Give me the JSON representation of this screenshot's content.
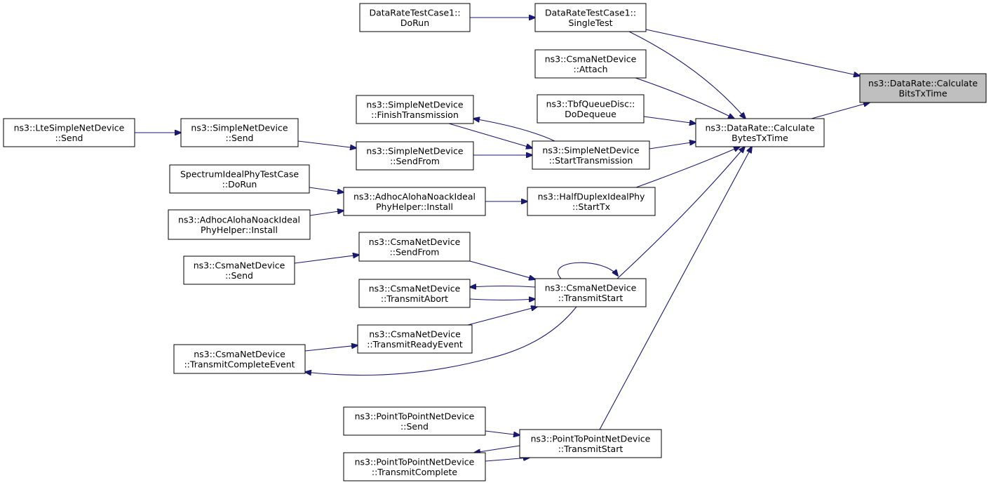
{
  "diagram": {
    "colors": {
      "edge": "#191970",
      "highlight_fill": "#bfbfbf",
      "node_stroke": "#000000"
    },
    "nodes": [
      {
        "id": "calc-bits",
        "lines": [
          "ns3::DataRate::Calculate",
          "BitsTxTime"
        ],
        "highlight": true
      },
      {
        "id": "calc-bytes",
        "lines": [
          "ns3::DataRate::Calculate",
          "BytesTxTime"
        ]
      },
      {
        "id": "drtc-dorun",
        "lines": [
          "DataRateTestCase1::",
          "DoRun"
        ]
      },
      {
        "id": "drtc-singletest",
        "lines": [
          "DataRateTestCase1::",
          "SingleTest"
        ]
      },
      {
        "id": "csma-attach",
        "lines": [
          "ns3::CsmaNetDevice",
          "::Attach"
        ]
      },
      {
        "id": "tbf-dodequeue",
        "lines": [
          "ns3::TbfQueueDisc::",
          "DoDequeue"
        ]
      },
      {
        "id": "lte-send",
        "lines": [
          "ns3::LteSimpleNetDevice",
          "::Send"
        ]
      },
      {
        "id": "simple-send",
        "lines": [
          "ns3::SimpleNetDevice",
          "::Send"
        ]
      },
      {
        "id": "simple-finish",
        "lines": [
          "ns3::SimpleNetDevice",
          "::FinishTransmission"
        ]
      },
      {
        "id": "simple-sendfrom",
        "lines": [
          "ns3::SimpleNetDevice",
          "::SendFrom"
        ]
      },
      {
        "id": "simple-start",
        "lines": [
          "ns3::SimpleNetDevice",
          "::StartTransmission"
        ]
      },
      {
        "id": "spectrum-dorun",
        "lines": [
          "SpectrumIdealPhyTestCase",
          "::DoRun"
        ]
      },
      {
        "id": "adhoc-install-a",
        "lines": [
          "ns3::AdhocAlohaNoackIdeal",
          "PhyHelper::Install"
        ]
      },
      {
        "id": "adhoc-install-b",
        "lines": [
          "ns3::AdhocAlohaNoackIdeal",
          "PhyHelper::Install"
        ]
      },
      {
        "id": "halfduplex-starttx",
        "lines": [
          "ns3::HalfDuplexIdealPhy",
          "::StartTx"
        ]
      },
      {
        "id": "csma-sendfrom",
        "lines": [
          "ns3::CsmaNetDevice",
          "::SendFrom"
        ]
      },
      {
        "id": "csma-send",
        "lines": [
          "ns3::CsmaNetDevice",
          "::Send"
        ]
      },
      {
        "id": "csma-abort",
        "lines": [
          "ns3::CsmaNetDevice",
          "::TransmitAbort"
        ]
      },
      {
        "id": "csma-transmitstart",
        "lines": [
          "ns3::CsmaNetDevice",
          "::TransmitStart"
        ]
      },
      {
        "id": "csma-readyevent",
        "lines": [
          "ns3::CsmaNetDevice",
          "::TransmitReadyEvent"
        ]
      },
      {
        "id": "csma-completeevent",
        "lines": [
          "ns3::CsmaNetDevice",
          "::TransmitCompleteEvent"
        ]
      },
      {
        "id": "p2p-send",
        "lines": [
          "ns3::PointToPointNetDevice",
          "::Send"
        ]
      },
      {
        "id": "p2p-transmitstart",
        "lines": [
          "ns3::PointToPointNetDevice",
          "::TransmitStart"
        ]
      },
      {
        "id": "p2p-complete",
        "lines": [
          "ns3::PointToPointNetDevice",
          "::TransmitComplete"
        ]
      }
    ],
    "edges": [
      {
        "from": "drtc-dorun",
        "to": "drtc-singletest"
      },
      {
        "from": "drtc-singletest",
        "to": "calc-bits"
      },
      {
        "from": "drtc-singletest",
        "to": "calc-bytes"
      },
      {
        "from": "calc-bytes",
        "to": "calc-bits"
      },
      {
        "from": "csma-attach",
        "to": "calc-bytes"
      },
      {
        "from": "tbf-dodequeue",
        "to": "calc-bytes"
      },
      {
        "from": "simple-start",
        "to": "calc-bytes"
      },
      {
        "from": "halfduplex-starttx",
        "to": "calc-bytes"
      },
      {
        "from": "csma-transmitstart",
        "to": "calc-bytes"
      },
      {
        "from": "p2p-transmitstart",
        "to": "calc-bytes"
      },
      {
        "from": "lte-send",
        "to": "simple-send"
      },
      {
        "from": "simple-send",
        "to": "simple-sendfrom"
      },
      {
        "from": "simple-sendfrom",
        "to": "simple-start"
      },
      {
        "from": "simple-finish",
        "to": "simple-start"
      },
      {
        "from": "simple-start",
        "to": "simple-finish"
      },
      {
        "from": "spectrum-dorun",
        "to": "adhoc-install-a"
      },
      {
        "from": "adhoc-install-b",
        "to": "adhoc-install-a"
      },
      {
        "from": "adhoc-install-a",
        "to": "halfduplex-starttx"
      },
      {
        "from": "csma-send",
        "to": "csma-sendfrom"
      },
      {
        "from": "csma-sendfrom",
        "to": "csma-transmitstart"
      },
      {
        "from": "csma-transmitstart",
        "to": "csma-transmitstart"
      },
      {
        "from": "csma-transmitstart",
        "to": "csma-abort"
      },
      {
        "from": "csma-abort",
        "to": "csma-transmitstart"
      },
      {
        "from": "csma-readyevent",
        "to": "csma-transmitstart"
      },
      {
        "from": "csma-completeevent",
        "to": "csma-readyevent"
      },
      {
        "from": "csma-transmitstart",
        "to": "csma-completeevent"
      },
      {
        "from": "p2p-send",
        "to": "p2p-transmitstart"
      },
      {
        "from": "p2p-transmitstart",
        "to": "p2p-complete"
      },
      {
        "from": "p2p-complete",
        "to": "p2p-transmitstart"
      }
    ]
  }
}
